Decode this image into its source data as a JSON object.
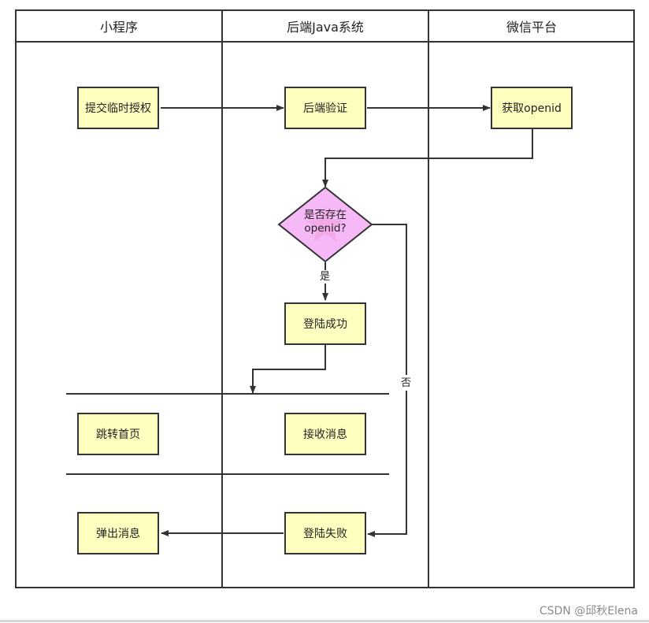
{
  "lanes": {
    "mini_program": "小程序",
    "backend": "后端Java系统",
    "wechat": "微信平台"
  },
  "nodes": {
    "submit_auth": "提交临时授权",
    "backend_verify": "后端验证",
    "get_openid": "获取openid",
    "decision_line1": "是否存在",
    "decision_line2": "openid?",
    "login_success": "登陆成功",
    "jump_home": "跳转首页",
    "receive_message": "接收消息",
    "login_fail": "登陆失败",
    "popup_message": "弹出消息"
  },
  "edge_labels": {
    "yes": "是",
    "no": "否"
  },
  "colors": {
    "box_fill": "#ffffc0",
    "decision_fill": "#f6b8f6",
    "line": "#333333"
  },
  "footer": {
    "watermark": "CSDN @邱秋Elena"
  }
}
